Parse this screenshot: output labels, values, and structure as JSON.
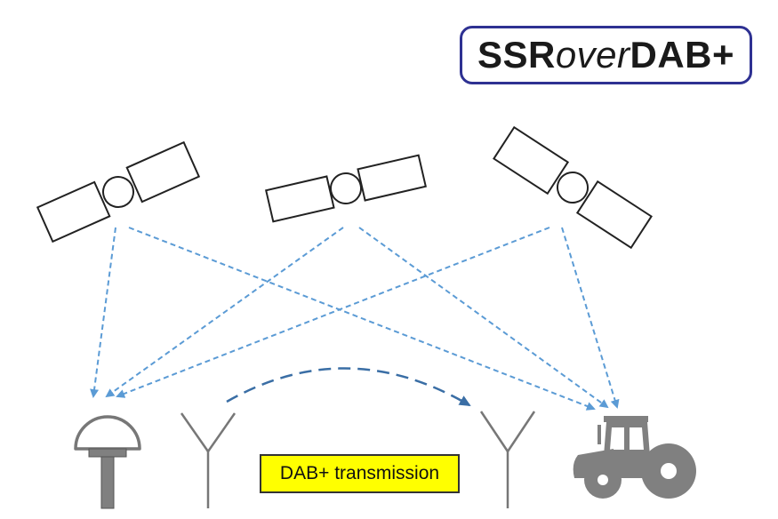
{
  "logo": {
    "part1": "SSR",
    "part2": "over",
    "part3": "DAB+"
  },
  "transmission_label": "DAB+ transmission",
  "colors": {
    "signal_lines": "#5b9bd5",
    "dab_arc": "#3a6ea5",
    "logo_border": "#2e3192",
    "label_background": "#ffff00",
    "equipment": "#808080"
  },
  "icons": [
    "satellite-icon",
    "gnss-reference-antenna-icon",
    "dab-transmitter-antenna-icon",
    "dab-receiver-antenna-icon",
    "tractor-icon"
  ]
}
